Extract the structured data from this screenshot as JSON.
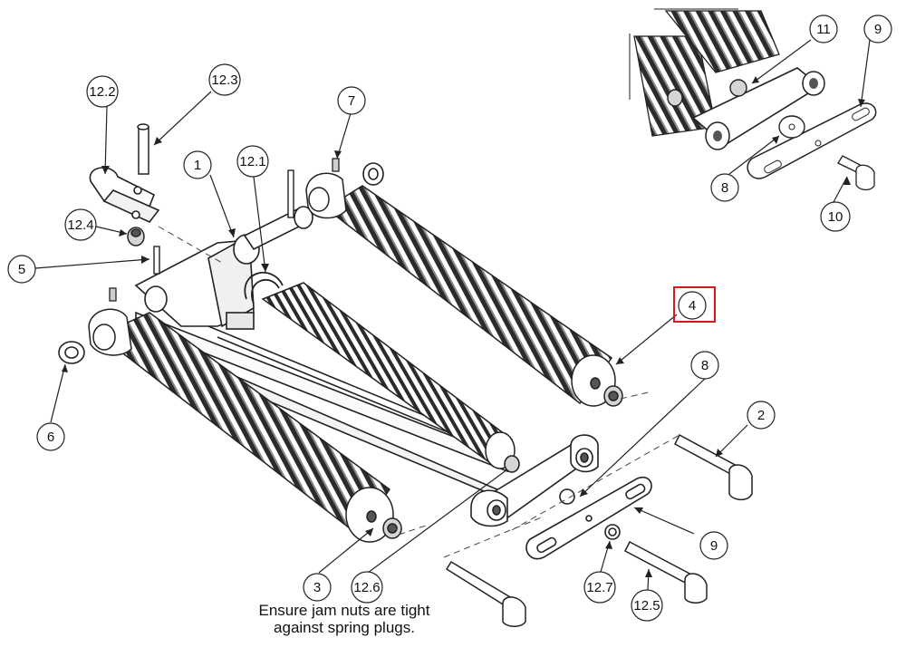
{
  "callouts": {
    "c1": "1",
    "c2": "2",
    "c3": "3",
    "c4": "4",
    "c5": "5",
    "c6": "6",
    "c7": "7",
    "c8a": "8",
    "c8b": "8",
    "c9a": "9",
    "c9b": "9",
    "c10": "10",
    "c11": "11",
    "c12_1": "12.1",
    "c12_2": "12.2",
    "c12_3": "12.3",
    "c12_4": "12.4",
    "c12_5": "12.5",
    "c12_6": "12.6",
    "c12_7": "12.7"
  },
  "highlight": {
    "callout": "4",
    "color": "#d9161c"
  },
  "note": {
    "line1": "Ensure jam nuts are tight",
    "line2": "against spring plugs."
  }
}
